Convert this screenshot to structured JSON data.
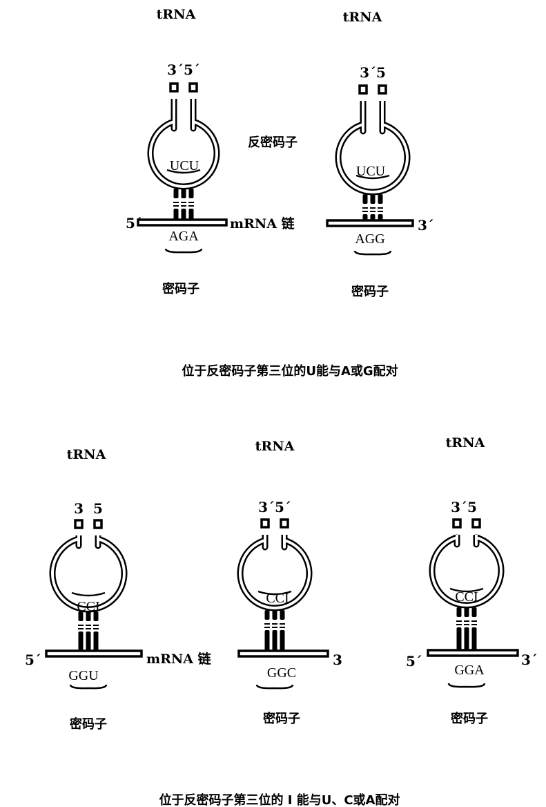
{
  "top": {
    "trna_left": {
      "label": "tRNA",
      "ends": "3΄5΄",
      "anticodon": "UCU",
      "codon": "AGA",
      "codon_label": "密码子",
      "mrna_5": "5΄",
      "mrna_label": "mRNA 链"
    },
    "trna_right": {
      "label": "tRNA",
      "ends": "3΄5",
      "anticodon": "UCU",
      "codon": "AGG",
      "codon_label": "密码子",
      "mrna_3": "3΄"
    },
    "anticodon_label": "反密码子",
    "caption": "位于反密码子第三位的U能与A或G配对"
  },
  "bottom": {
    "trna_1": {
      "label": "tRNA",
      "ends": "3  5",
      "anticodon": "CCI",
      "codon": "GGU",
      "codon_label": "密码子",
      "mrna_5": "5΄",
      "mrna_label": "mRNA 链"
    },
    "trna_2": {
      "label": "tRNA",
      "ends": "3΄5΄",
      "anticodon": "CCI",
      "codon": "GGC",
      "codon_label": "密码子",
      "mrna_3": "3"
    },
    "trna_3": {
      "label": "tRNA",
      "ends": "3΄5",
      "anticodon": "CCI",
      "codon": "GGA",
      "codon_label": "密码子",
      "mrna_5": "5΄",
      "mrna_3": "3΄"
    },
    "caption": "位于反密码子第三位的 I 能与U、C或A配对"
  }
}
